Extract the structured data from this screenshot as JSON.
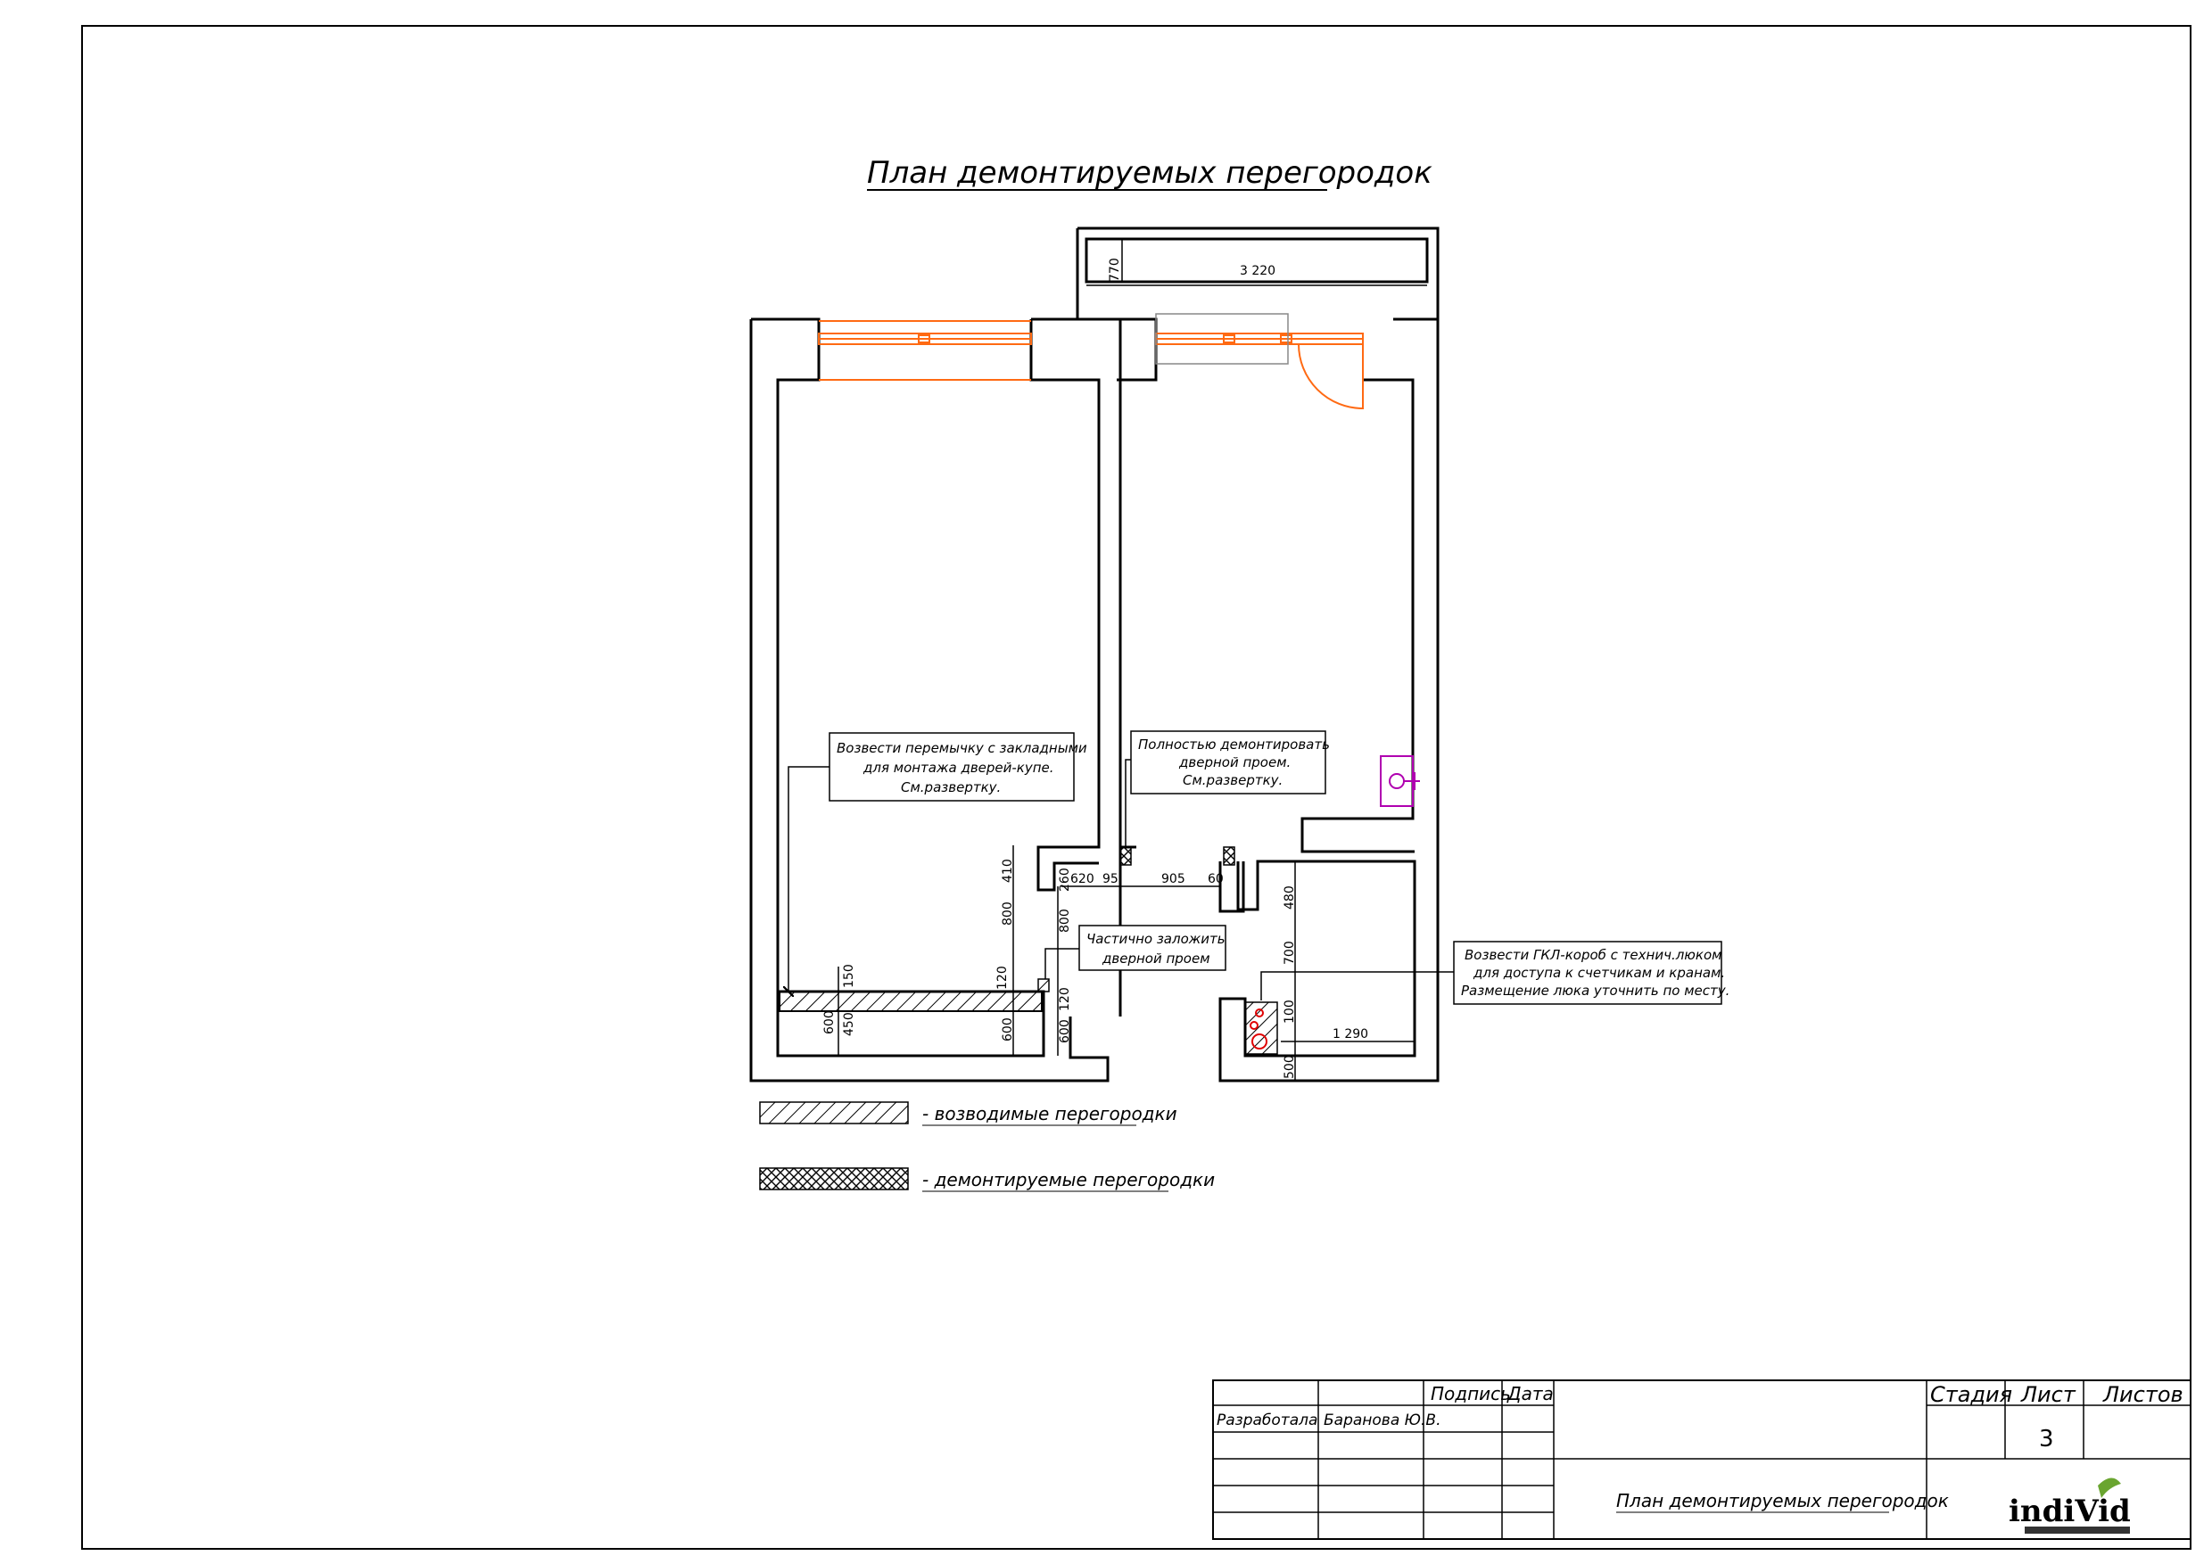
{
  "colors": {
    "line": "#000000",
    "demolish": "#ff6a13",
    "meter": "#b000b0",
    "pipe": "#e00000",
    "logo_accent": "#6aa530"
  },
  "drawing": {
    "title": "План демонтируемых перегородок",
    "dimensions": {
      "top_width": "3 220",
      "top_height": "770",
      "d_410": "410",
      "d_800_left": "800",
      "d_150": "150",
      "d_120_left": "120",
      "d_600_a": "600",
      "d_450": "450",
      "d_600_b": "600",
      "d_260": "260",
      "d_620": "620",
      "d_95": "95",
      "d_905": "905",
      "d_60": "60",
      "d_800_mid": "800",
      "d_120_mid": "120",
      "d_600_mid": "600",
      "d_480": "480",
      "d_700": "700",
      "d_100": "100",
      "d_500": "500",
      "d_1290": "1 290"
    },
    "notes": {
      "lintel": [
        "Возвести перемычку с закладными",
        "для монтажа дверей-купе.",
        "См.развертку."
      ],
      "demolish": [
        "Полностью демонтировать",
        "дверной проем.",
        "См.развертку."
      ],
      "partial": [
        "Частично заложить",
        "дверной проем"
      ],
      "box": [
        "Возвести ГКЛ-короб с технич.люком",
        "для доступа к счетчикам и кранам.",
        "Размещение люка уточнить по месту."
      ]
    }
  },
  "legend": {
    "built": "- возводимые перегородки",
    "demolished": "- демонтируемые перегородки"
  },
  "title_block": {
    "col_sign": "Подпись",
    "col_date": "Дата",
    "role_developed": "Разработала",
    "developer_name": "Баранова Ю.В.",
    "stage_label": "Стадия",
    "sheet_label": "Лист",
    "sheets_label": "Листов",
    "sheet_number": "3",
    "sheet_title": "План демонтируемых перегородок",
    "logo_text": "indiVid"
  }
}
